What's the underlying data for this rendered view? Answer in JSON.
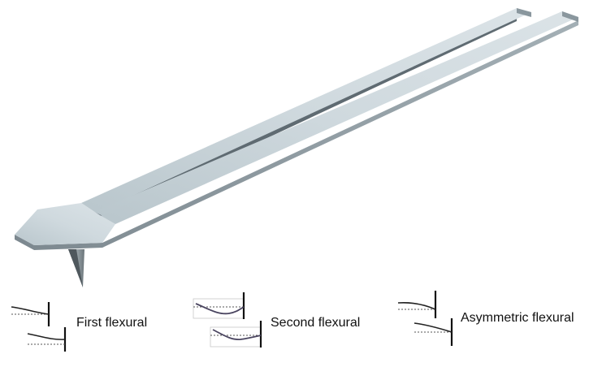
{
  "figure": {
    "subject": "V-shaped cantilever with tip",
    "colors": {
      "beam_top": "#c4d0d6",
      "beam_side": "#8a979e",
      "beam_inner_wall": "#5f6b72",
      "tip": "#7d878c",
      "mode_curve": "#2b2b2b",
      "deflected_curve": "#4a4560",
      "baseline_dash": "#555555"
    }
  },
  "modes": [
    {
      "id": "first",
      "label": "First flexural"
    },
    {
      "id": "second",
      "label": "Second flexural"
    },
    {
      "id": "asymmetric",
      "label": "Asymmetric flexural"
    }
  ]
}
